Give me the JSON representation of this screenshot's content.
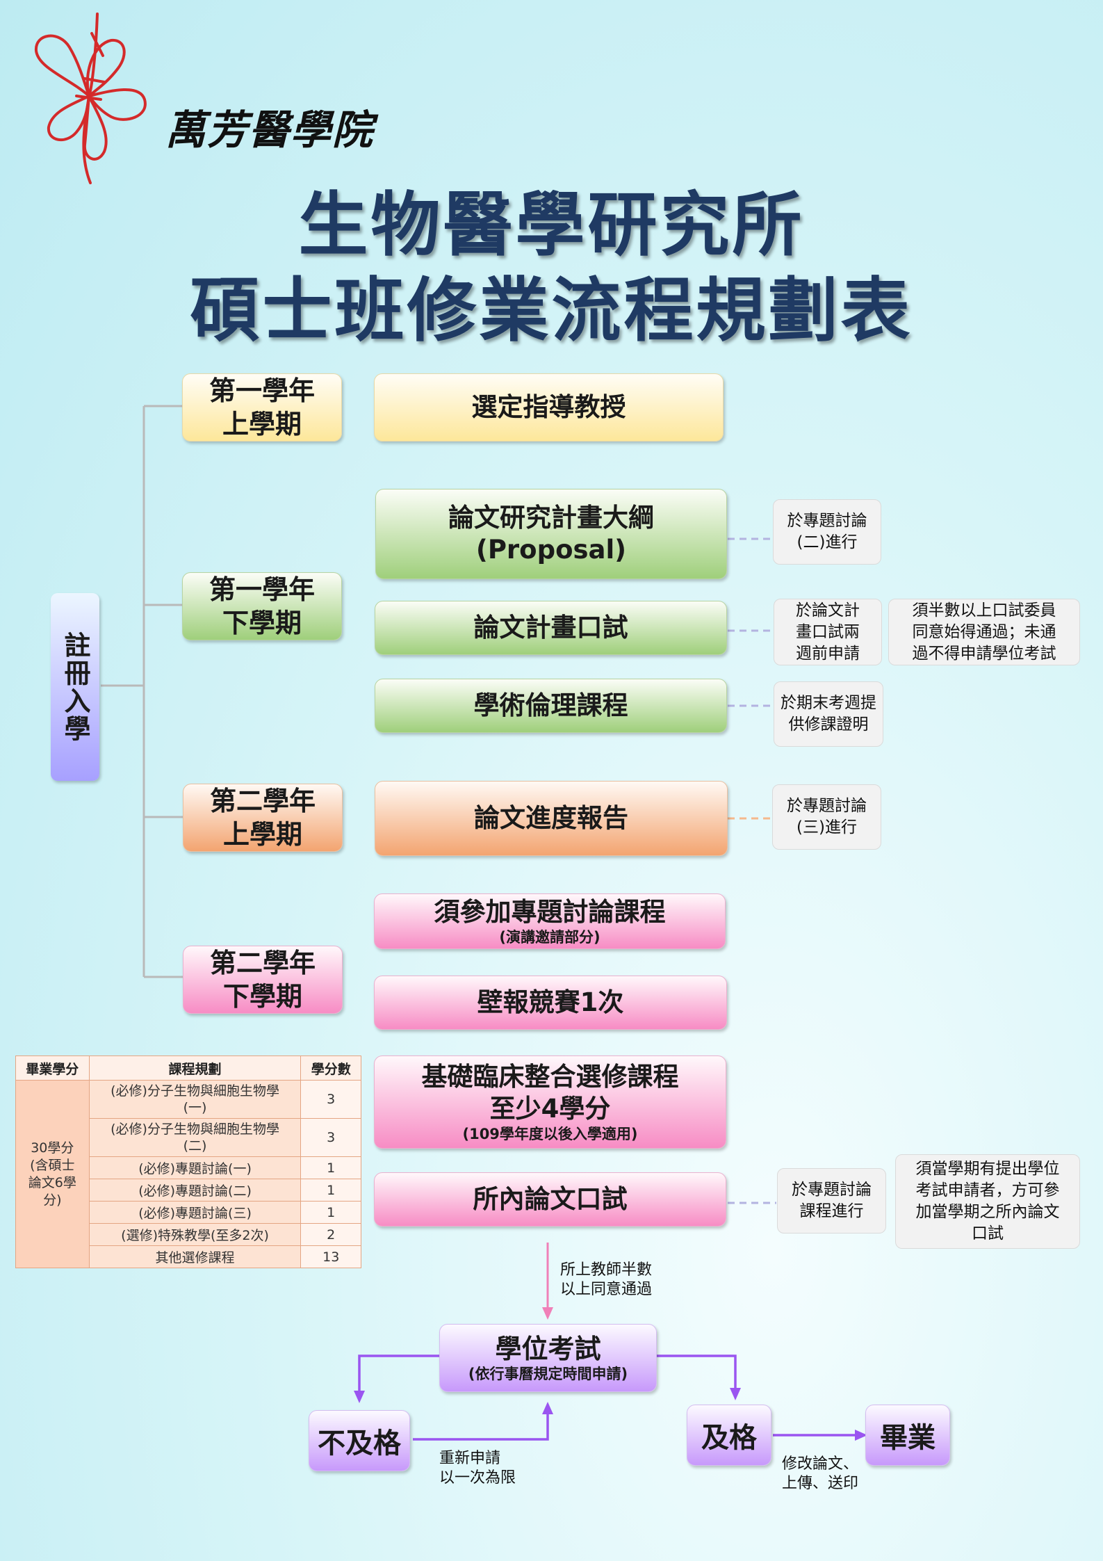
{
  "logo": {
    "text": "萬芳醫學院",
    "icon": "flower-logo-icon"
  },
  "title": {
    "line1": "生物醫學研究所",
    "line2": "碩士班修業流程規劃表"
  },
  "registration": {
    "label": "註冊入學"
  },
  "semesters": [
    {
      "line1": "第一學年",
      "line2": "上學期"
    },
    {
      "line1": "第一學年",
      "line2": "下學期"
    },
    {
      "line1": "第二學年",
      "line2": "上學期"
    },
    {
      "line1": "第二學年",
      "line2": "下學期"
    }
  ],
  "tasks": {
    "advisor": "選定指導教授",
    "proposal_line1": "論文研究計畫大綱",
    "proposal_line2": "(Proposal)",
    "proposal_oral": "論文計畫口試",
    "ethics": "學術倫理課程",
    "progress": "論文進度報告",
    "seminar_line1": "須參加專題討論課程",
    "seminar_line2": "(演講邀請部分)",
    "poster": "壁報競賽1次",
    "clinical_line1": "基礎臨床整合選修課程",
    "clinical_line2": "至少4學分",
    "clinical_line3": "(109學年度以後入學適用)",
    "internal_defense": "所內論文口試"
  },
  "notes": {
    "proposal_a": "於專題討論",
    "proposal_b": "(二)進行",
    "oral_a": "於論文計",
    "oral_b": "畫口試兩",
    "oral_c": "週前申請",
    "oral2_a": "須半數以上口試委員",
    "oral2_b": "同意始得通過；未通",
    "oral2_c": "過不得申請學位考試",
    "ethics_a": "於期末考週提",
    "ethics_b": "供修課證明",
    "progress_a": "於專題討論",
    "progress_b": "(三)進行",
    "defense_a": "於專題討論",
    "defense_b": "課程進行",
    "defense2_a": "須當學期有提出學位",
    "defense2_b": "考試申請者，方可參",
    "defense2_c": "加當學期之所內論文",
    "defense2_d": "口試"
  },
  "flow": {
    "approve_a": "所上教師半數",
    "approve_b": "以上同意通過",
    "exam_line1": "學位考試",
    "exam_line2": "(依行事曆規定時間申請)",
    "fail": "不及格",
    "pass": "及格",
    "graduate": "畢業",
    "reapply_a": "重新申請",
    "reapply_b": "以一次為限",
    "revise_a": "修改論文、",
    "revise_b": "上傳、送印"
  },
  "credits_table": {
    "headers": [
      "畢業學分",
      "課程規劃",
      "學分數"
    ],
    "total_a": "30學分",
    "total_b": "(含碩士",
    "total_c": "論文6學",
    "total_d": "分)",
    "rows": [
      {
        "course_a": "(必修)分子生物與細胞生物學",
        "course_b": "(一)",
        "credits": "3"
      },
      {
        "course_a": "(必修)分子生物與細胞生物學",
        "course_b": "(二)",
        "credits": "3"
      },
      {
        "course": "(必修)專題討論(一)",
        "credits": "1"
      },
      {
        "course": "(必修)專題討論(二)",
        "credits": "1"
      },
      {
        "course": "(必修)專題討論(三)",
        "credits": "1"
      },
      {
        "course": "(選修)特殊教學(至多2次)",
        "credits": "2"
      },
      {
        "course": "其他選修課程",
        "credits": "13"
      }
    ]
  },
  "colors": {
    "title": "#1f3a63",
    "logo": "#d42a2a",
    "connector": "#b9b9b9",
    "dash": "#b3b3e0",
    "arrow_pink": "#f080b8",
    "arrow_purple": "#9a55f0"
  }
}
